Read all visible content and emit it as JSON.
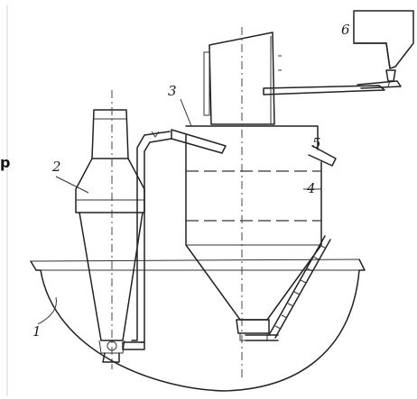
{
  "labels": {
    "l1": "1",
    "l2": "2",
    "l3": "3",
    "l4": "4",
    "l5": "5",
    "l6": "6"
  },
  "stray_text": "p",
  "colors": {
    "ink": "#222222",
    "paper": "#ffffff"
  }
}
